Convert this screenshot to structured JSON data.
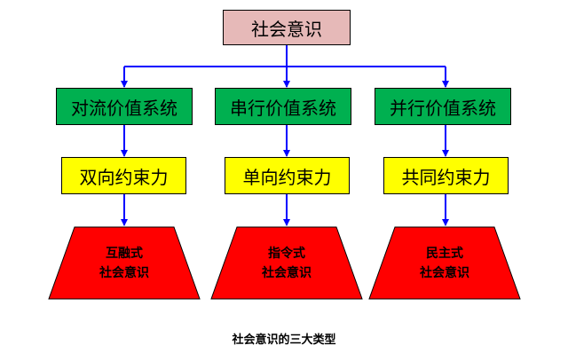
{
  "root": {
    "label": "社会意识"
  },
  "columns": [
    {
      "system": "对流价值系统",
      "force": "双向约束力",
      "type_line1": "互融式",
      "type_line2": "社会意识"
    },
    {
      "system": "串行价值系统",
      "force": "单向约束力",
      "type_line1": "指令式",
      "type_line2": "社会意识"
    },
    {
      "system": "并行价值系统",
      "force": "共同约束力",
      "type_line1": "民主式",
      "type_line2": "社会意识"
    }
  ],
  "caption": "社会意识的三大类型",
  "colors": {
    "root_fill": "#e6b9b8",
    "system_fill": "#00b050",
    "force_fill": "#ffff00",
    "type_fill": "#ff0000",
    "arrow": "#0000ff"
  }
}
